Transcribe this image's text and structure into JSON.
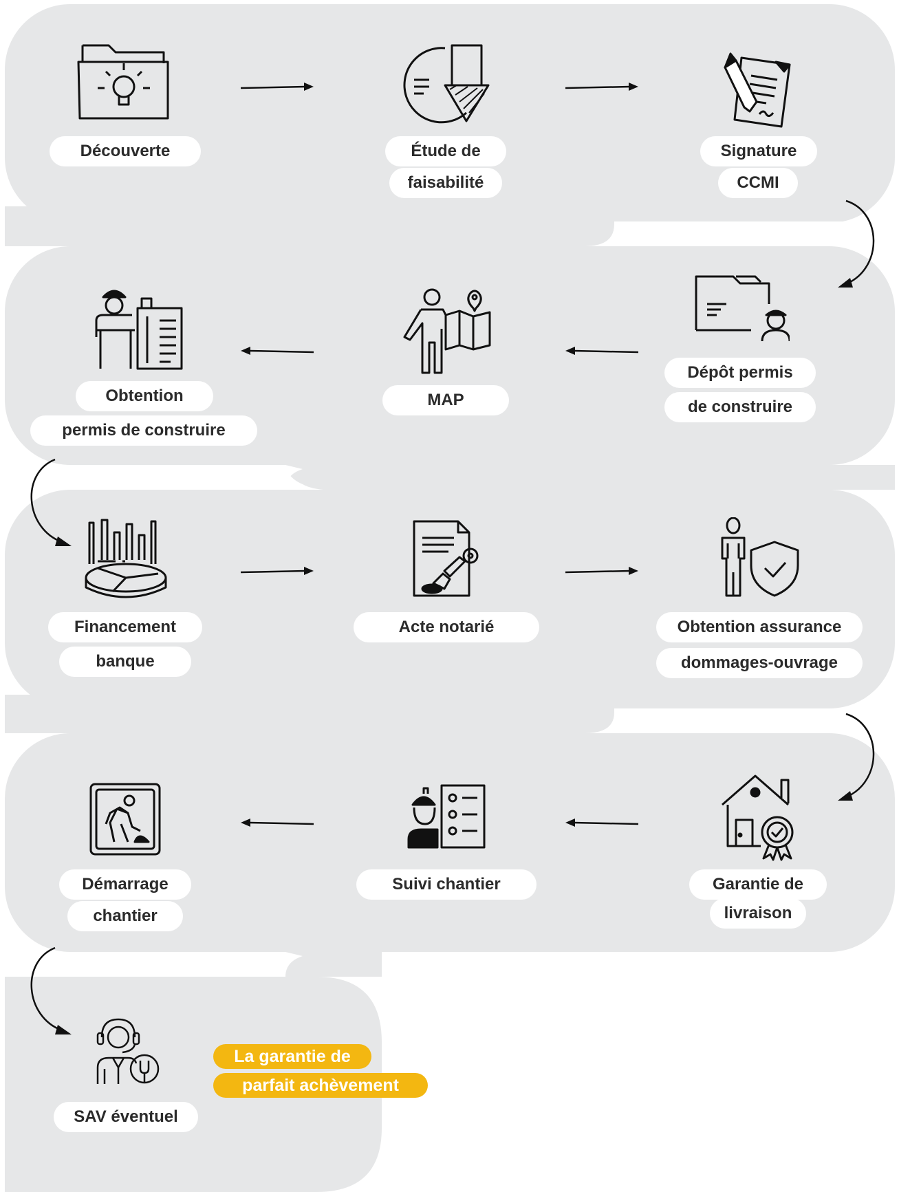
{
  "colors": {
    "panel": "#e6e7e8",
    "accent": "#f3b711",
    "text": "#2b2b2b",
    "stroke": "#111111"
  },
  "steps": [
    {
      "id": "decouverte",
      "icon": "folder-lightbulb-icon",
      "lines": [
        "Découverte"
      ]
    },
    {
      "id": "etude",
      "icon": "pie-chart-icon",
      "lines": [
        "Étude de",
        "faisabilité"
      ]
    },
    {
      "id": "signature",
      "icon": "contract-pen-icon",
      "lines": [
        "Signature",
        "CCMI"
      ]
    },
    {
      "id": "depot",
      "icon": "folder-worker-icon",
      "lines": [
        "Dépôt permis",
        "de construire"
      ]
    },
    {
      "id": "map",
      "icon": "person-map-icon",
      "lines": [
        "MAP"
      ]
    },
    {
      "id": "obtention-permis",
      "icon": "worker-document-icon",
      "lines": [
        "Obtention",
        "permis de construire"
      ]
    },
    {
      "id": "financement",
      "icon": "bar-pie-chart-icon",
      "lines": [
        "Financement",
        "banque"
      ]
    },
    {
      "id": "acte",
      "icon": "document-stamp-icon",
      "lines": [
        "Acte notarié"
      ]
    },
    {
      "id": "assurance",
      "icon": "person-shield-icon",
      "lines": [
        "Obtention assurance",
        "dommages-ouvrage"
      ]
    },
    {
      "id": "garantie-livraison",
      "icon": "house-badge-icon",
      "lines": [
        "Garantie de",
        "livraison"
      ]
    },
    {
      "id": "suivi",
      "icon": "worker-checklist-icon",
      "lines": [
        "Suivi chantier"
      ]
    },
    {
      "id": "demarrage",
      "icon": "construction-sign-icon",
      "lines": [
        "Démarrage",
        "chantier"
      ]
    },
    {
      "id": "sav",
      "icon": "support-agent-wrench-icon",
      "lines": [
        "SAV éventuel"
      ]
    }
  ],
  "highlight": {
    "lines": [
      "La garantie de",
      "parfait achèvement"
    ]
  }
}
